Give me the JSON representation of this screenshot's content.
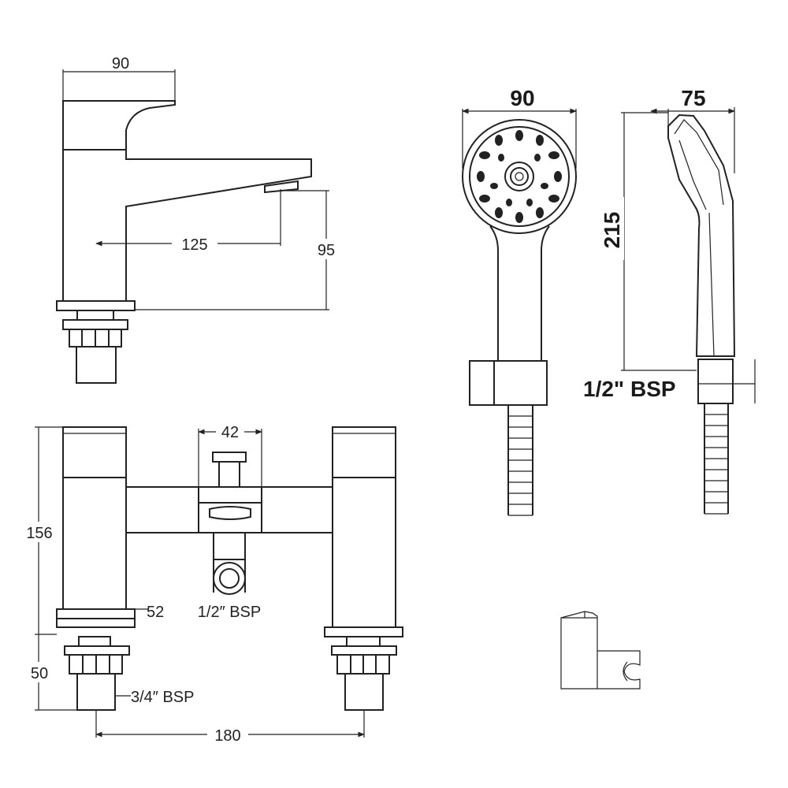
{
  "dimensions": {
    "basin_tap_width": "90",
    "basin_tap_reach": "125",
    "basin_tap_height": "95",
    "handset_width": "90",
    "handset_depth": "75",
    "handset_length": "215",
    "handset_bsp": "1/2\" BSP",
    "valve_spacing": "42",
    "mixer_height": "156",
    "handle_width": "52",
    "outlet_bsp": "1/2″ BSP",
    "tail_length": "50",
    "inlet_bsp": "3/4″ BSP",
    "centres": "180"
  },
  "colors": {
    "line": "#222222",
    "background": "#ffffff"
  }
}
